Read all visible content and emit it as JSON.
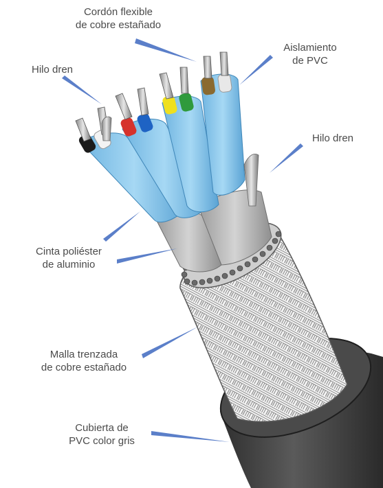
{
  "labels": {
    "cordon": {
      "line1": "Cordón flexible",
      "line2": "de cobre estañado"
    },
    "aislamiento": {
      "line1": "Aislamiento",
      "line2": "de PVC"
    },
    "hilo_dren_left": {
      "line1": "Hilo dren"
    },
    "hilo_dren_right": {
      "line1": "Hilo dren"
    },
    "cinta": {
      "line1": "Cinta poliéster",
      "line2": "de aluminio"
    },
    "malla": {
      "line1": "Malla trenzada",
      "line2": "de cobre estañado"
    },
    "cubierta": {
      "line1": "Cubierta de",
      "line2": "PVC color gris"
    }
  },
  "colors": {
    "pointer": "#5b7fc9",
    "jacket": "#3d3d3d",
    "pair_insulation": "#8cc8ea",
    "foil": "#b9b9b9",
    "braid": "#f2f2f2",
    "text": "#4a4a4a"
  }
}
